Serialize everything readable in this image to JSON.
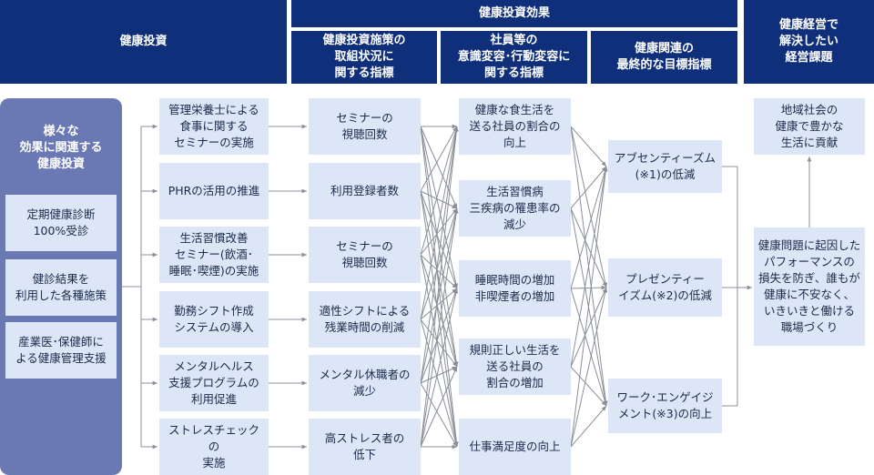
{
  "headers": {
    "investment": "健康投資",
    "effect": "健康投資効果",
    "col2": "健康投資施策の\n取組状況に\n関する指標",
    "col3": "社員等の\n意識変容･行動変容に\n関する指標",
    "col4": "健康関連の\n最終的な目標指標",
    "management": "健康経営で\n解決したい\n経営課題"
  },
  "group": {
    "title": "様々な\n効果に関連する\n健康投資",
    "items": [
      "定期健康診断\n100%受診",
      "健診結果を\n利用した各種施策",
      "産業医･保健師に\nよる健康管理支援"
    ]
  },
  "col1": [
    "管理栄養士による\n食事に関する\nセミナーの実施",
    "PHRの活用の推進",
    "生活習慣改善\nセミナー(飲酒･\n睡眠･喫煙)の実施",
    "勤務シフト作成\nシステムの導入",
    "メンタルヘルス\n支援プログラムの\n利用促進",
    "ストレスチェックの\n実施"
  ],
  "col2": [
    "セミナーの\n視聴回数",
    "利用登録者数",
    "セミナーの\n視聴回数",
    "適性シフトによる\n残業時間の削減",
    "メンタル休職者の\n減少",
    "高ストレス者の\n低下"
  ],
  "col3": [
    "健康な食生活を\n送る社員の割合の\n向上",
    "生活習慣病\n三疾病の罹患率の\n減少",
    "睡眠時間の増加\n非喫煙者の増加",
    "規則正しい生活を\n送る社員の\n割合の増加",
    "仕事満足度の向上"
  ],
  "col4": [
    "アブセンティーズム\n(※1)の低減",
    "プレゼンティー\nイズム(※2)の低減",
    "ワーク･エンゲイジ\nメント(※3)の向上"
  ],
  "col5": [
    "地域社会の\n健康で豊かな\n生活に貢献",
    "健康問題に起因した\nパフォーマンスの\n損失を防ぎ、誰もが\n健康に不安なく、\nいきいきと働ける\n職場づくり"
  ],
  "colors": {
    "header": "#0f2f7a",
    "box": "#dde6f7",
    "group": "#6a79b3",
    "line": "#8a8f99"
  }
}
